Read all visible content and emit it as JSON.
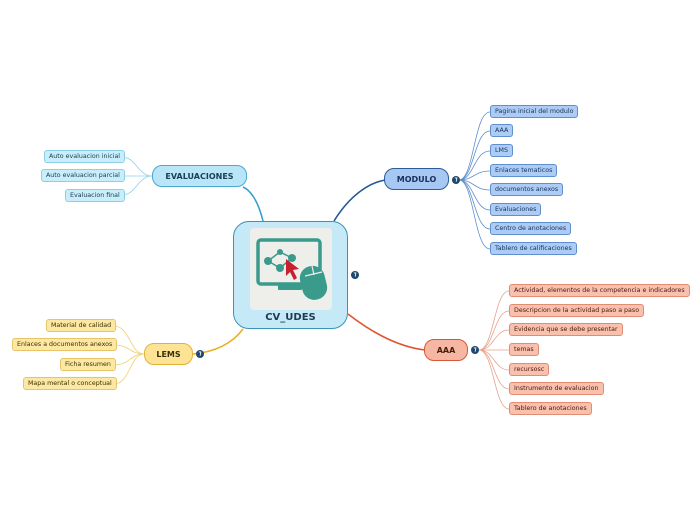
{
  "central": {
    "title": "CV_UDES",
    "icon": "computer-click-icon"
  },
  "topics": {
    "evaluaciones": {
      "label": "EVALUACIONES",
      "color": "#4aa9d2",
      "items": [
        "Auto evaluacion inicial",
        "Auto evaluacion parcial",
        "Evaluacion final"
      ]
    },
    "modulo": {
      "label": "MODULO",
      "color": "#2a5d9a",
      "items": [
        "Pagina inicial del modulo",
        "AAA",
        "LMS",
        "Enlaces tematicos",
        "documentos anexos",
        "Evaluaciones",
        "Centro de anotaciones",
        "Tablero de calificaciones"
      ]
    },
    "lems": {
      "label": "LEMS",
      "color": "#e4b13a",
      "items": [
        "Material de calidad",
        "Enlaces a documentos anexos",
        "Ficha resumen",
        "Mapa mental o conceptual"
      ]
    },
    "aaa": {
      "label": "AAA",
      "color": "#d9563a",
      "items": [
        "Actividad, elementos de la competencia e indicadores",
        "Descripcion de la actividad paso a paso",
        "Evidencia que se debe presentar",
        "temas",
        "recursosc",
        "Instrumento de evaluacion",
        "Tablero de anotaciones"
      ]
    }
  },
  "marker_icon": "globe-link-icon"
}
